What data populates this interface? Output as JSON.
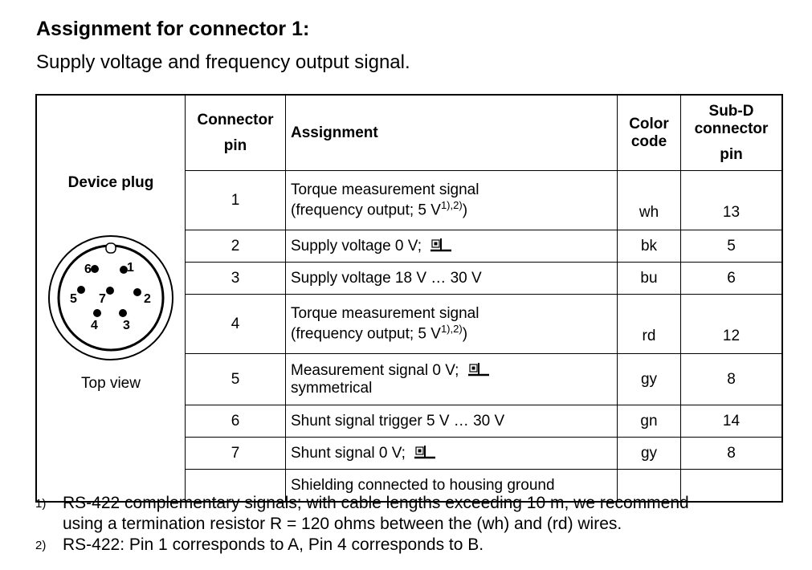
{
  "title": "Assignment for connector 1:",
  "subtitle": "Supply voltage and frequency output signal.",
  "table": {
    "headers": {
      "connector_pin_line1": "Connector",
      "connector_pin_line2": "pin",
      "assignment": "Assignment",
      "color_code": "Color code",
      "subd_line1": "Sub-D connector",
      "subd_line2": "pin"
    },
    "plug": {
      "label": "Device plug",
      "caption": "Top view",
      "pins": [
        "1",
        "2",
        "3",
        "4",
        "5",
        "6",
        "7"
      ]
    },
    "rows": [
      {
        "pin": "1",
        "assignment_line1": "Torque measurement signal",
        "assignment_line2": "(frequency output; 5 V",
        "sup": "1),2)",
        "close": ")",
        "color": "wh",
        "subd": "13"
      },
      {
        "pin": "2",
        "assignment": "Supply voltage 0 V;",
        "color": "bk",
        "subd": "5"
      },
      {
        "pin": "3",
        "assignment": "Supply voltage 18 V … 30 V",
        "color": "bu",
        "subd": "6"
      },
      {
        "pin": "4",
        "assignment_line1": "Torque measurement signal",
        "assignment_line2": "(frequency output; 5 V",
        "sup": "1),2)",
        "close": ")",
        "color": "rd",
        "subd": "12"
      },
      {
        "pin": "5",
        "assignment_line1": "Measurement signal 0 V;",
        "assignment_line2": "symmetrical",
        "color": "gy",
        "subd": "8"
      },
      {
        "pin": "6",
        "assignment": "Shunt signal trigger 5 V … 30 V",
        "color": "gn",
        "subd": "14"
      },
      {
        "pin": "7",
        "assignment": "Shunt signal 0 V;",
        "color": "gy",
        "subd": "8"
      },
      {
        "pin": "",
        "assignment": "Shielding connected to housing ground",
        "color": "",
        "subd": ""
      }
    ]
  },
  "footnotes": [
    {
      "mark": "1)",
      "line1": "RS-422  complementary signals; with cable lengths exceeding 10 m, we recommend",
      "line2": "using a termination resistor R = 120 ohms between the (wh) and (rd) wires."
    },
    {
      "mark": "2)",
      "line1": "RS-422:  Pin 1 corresponds to A, Pin 4 corresponds to B."
    }
  ]
}
